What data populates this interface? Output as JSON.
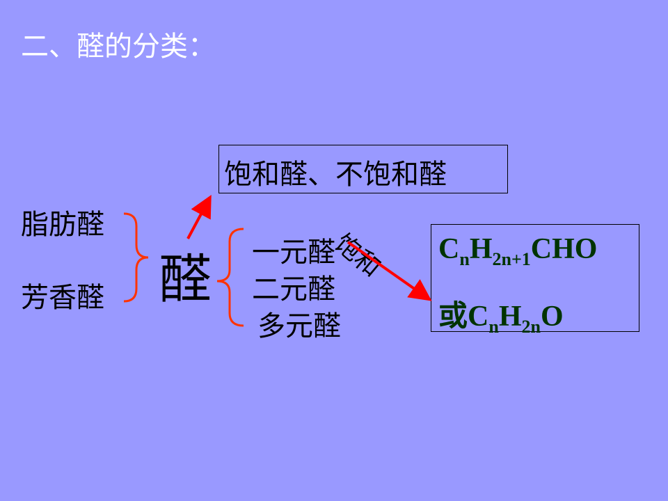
{
  "title": "二、醛的分类：",
  "left": {
    "fatty": "脂肪醛",
    "aromatic": "芳香醛"
  },
  "center": "醛",
  "top_box": "饱和醛、不饱和醛",
  "sub_items": [
    "一元醛",
    "二元醛",
    "多元醛"
  ],
  "arrow_label": "饱和",
  "formula": {
    "line1": {
      "C": "C",
      "n": "n",
      "H": "H",
      "sub2": "2n+1",
      "tail": "CHO"
    },
    "line2": {
      "prefix": "或",
      "C": "C",
      "n": "n",
      "H": "H",
      "sub2": "2n",
      "tail": "O"
    }
  },
  "colors": {
    "background": "#9999ff",
    "brace": "#ff3300",
    "arrow": "#ff0000",
    "formula_text": "#003300"
  }
}
